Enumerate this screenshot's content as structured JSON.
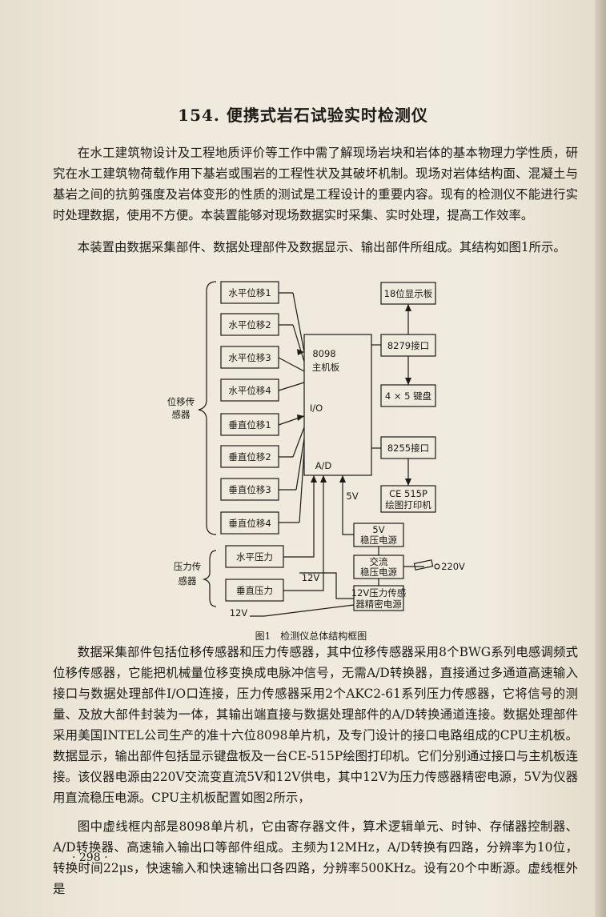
{
  "title": "154. 便携式岩石试验实时检测仪",
  "paragraphs": {
    "p1": "在水工建筑物设计及工程地质评价等工作中需了解现场岩块和岩体的基本物理力学性质，研究在水工建筑物荷载作用下基岩或围岩的工程性状及其破坏机制。现场对岩体结构面、混凝土与基岩之间的抗剪强度及岩体变形的性质的测试是工程设计的重要内容。现有的检测仪不能进行实时处理数据，使用不方便。本装置能够对现场数据实时采集、实时处理，提高工作效率。",
    "p2": "本装置由数据采集部件、数据处理部件及数据显示、输出部件所组成。其结构如图1所示。",
    "p3": "数据采集部件包括位移传感器和压力传感器，其中位移传感器采用8个BWG系列电感调频式位移传感器，它能把机械量位移变换成电脉冲信号，无需A/D转换器，直接通过多通道高速输入接口与数据处理部件I/O口连接，压力传感器采用2个AKC2-61系列压力传感器，它将信号的测量、及放大部件封装为一体，其输出端直接与数据处理部件的A/D转换通道连接。数据处理部件采用美国INTEL公司生产的准十六位8098单片机，及专门设计的接口电路组成的CPU主机板。数据显示，输出部件包括显示键盘板及一台CE-515P绘图打印机。它们分别通过接口与主机板连接。该仪器电源由220V交流变直流5V和12V供电，其中12V为压力传感器精密电源，5V为仪器用直流稳压电源。CPU主机板配置如图2所示，",
    "p4": "图中虚线框内部是8098单片机，它由寄存器文件，算术逻辑单元、时钟、存储器控制器、A/D转换器、高速输入输出口等部件组成。主频为12MHz，A/D转换有四路，分辨率为10位，转换时间22μs，快速输入和快速输出口各四路，分辨率500KHz。设有20个中断源。虚线框外是"
  },
  "page_number": "· 298 ·",
  "figure": {
    "caption": "图1　检测仪总体结构框图",
    "displacement_group_label_line1": "位移传",
    "displacement_group_label_line2": "感器",
    "pressure_group_label_line1": "压力传",
    "pressure_group_label_line2": "感器",
    "displacement_sensors": [
      "水平位移1",
      "水平位移2",
      "水平位移3",
      "水平位移4",
      "垂直位移1",
      "垂直位移2",
      "垂直位移3",
      "垂直位移4"
    ],
    "pressure_sensors": [
      "水平压力",
      "垂直压力"
    ],
    "main_board_line1": "8098",
    "main_board_line2": "主机板",
    "io_label": "I/O",
    "ad_label": "A/D",
    "display_board": "18位显示板",
    "if_8279": "8279接口",
    "keyboard": "4 × 5 键盘",
    "if_8255": "8255接口",
    "printer_line1": "CE  515P",
    "printer_line2": "绘图打印机",
    "psu5_line1": "5V",
    "psu5_line2": "稳压电源",
    "ac_line1": "交流",
    "ac_line2": "稳压电源",
    "psu12_line1": "12V压力传感",
    "psu12_line2": "器精密电源",
    "v5_label": "5V",
    "v12_label_a": "12V",
    "v12_label_b": "12V",
    "v220_label": "220V"
  }
}
